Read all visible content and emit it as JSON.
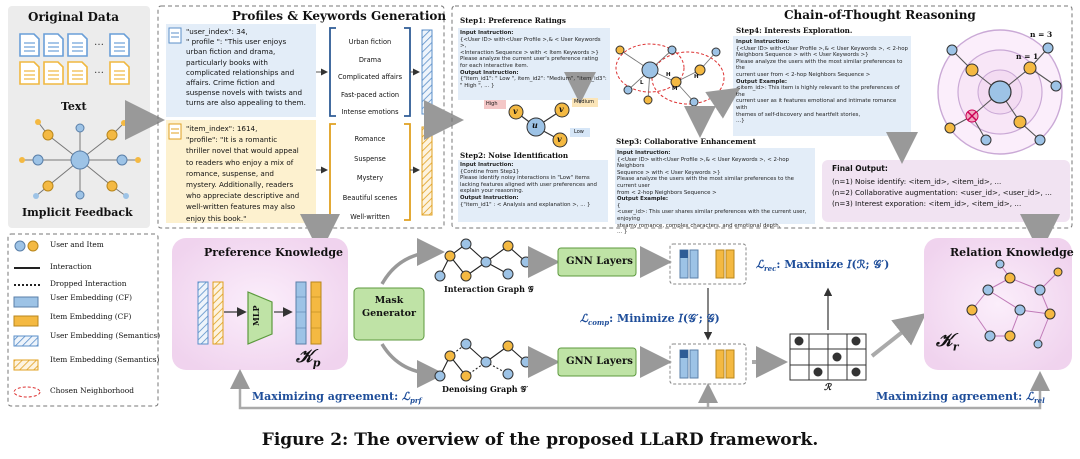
{
  "original_data": {
    "title": "Original Data",
    "text_label": "Text",
    "feedback_label": "Implicit Feedback"
  },
  "profiles": {
    "title": "Profiles & Keywords Generation",
    "user_profile": [
      "\"user_index\": 34,",
      "\" profile \": \"This user enjoys",
      "urban fiction and drama,",
      "particularly books with",
      "complicated relationships and",
      "affairs. Crime fiction and",
      "suspense novels with twists and",
      "turns are also appealing to them."
    ],
    "user_keywords": [
      "Urban fiction",
      "Drama",
      "Complicated affairs",
      "Fast-paced action",
      "Intense emotions"
    ],
    "item_profile": [
      "\"item_index\": 1614,",
      "\"profile\": \"It is a romantic",
      "thriller novel that would appeal",
      "to readers who enjoy a mix of",
      "romance, suspense, and",
      "mystery. Additionally, readers",
      "who appreciate descriptive and",
      "well-written features may also enjoy this book.\""
    ],
    "item_keywords": [
      "Romance",
      "Suspense",
      "Mystery",
      "Beautiful scenes",
      "Well-written"
    ]
  },
  "cot": {
    "title": "Chain-of-Thought Reasoning",
    "step1_title": "Step1: Preference Ratings",
    "step1_text": [
      "Input Instruction:",
      "{<User ID> with<User Profile >,& < User Keywords >,",
      "<Interaction Sequence > with < Item Keywords >}",
      "Please analyze the current user's preference rating",
      "for each interactive item.",
      "Output Instruction:",
      "{\"item_id1\": \" Low \", item_id2\": \"Medium\", \"item_id3\":",
      "\" High \", ... }"
    ],
    "rating_labels": [
      "High",
      "Medium",
      "Low"
    ],
    "node_labels": [
      "v",
      "v",
      "u",
      "v"
    ],
    "step2_title": "Step2: Noise Identification",
    "step2_text": [
      "Input Instruction:",
      "{Contine from Step1}",
      "Please identify noisy interactions in \"Low\" items",
      "lacking features aligned with user preferences and",
      "explain your reasoning.",
      "Output Instruction:",
      "{\"item_id1\" : < Analysis and explanation >, ... }"
    ],
    "step3_title": "Step3: Collaborative Enhancement",
    "step3_text": [
      "Input Instruction:",
      "{<User ID> with<User Profile >,& < User Keywords >, < 2-hop Neighbors",
      "Sequence > with < User Keywords >}",
      "Please analyze the users with the most similar preferences to the current user",
      "from < 2-hop Neighbors Sequence >",
      "Output Example:",
      "{",
      "<user_id>: This user shares similar preferences with the current user, enjoying",
      "steamy romance, complex characters, and emotional depth,",
      "... }"
    ],
    "step4_title": "Step4: Interests Exploration.",
    "step4_text": [
      "Input Instruction:",
      "{<User ID> with<User Profile >,& < User Keywords >, < 2-hop",
      "Neighbors Sequence > with < User Keywords >}",
      "Please analyze the users with the most similar preferences to the",
      "current user from < 2-hop Neighbors Sequence >",
      "Output Example:",
      "<item_id>: This item is highly relevant to the preferences of the",
      "current user as it features emotional and intimate romance with",
      "themes of self-discovery and heartfelt stories,",
      "...}"
    ],
    "hop_labels": [
      "n = 3",
      "n = 1"
    ],
    "graph_letters": [
      "H",
      "M",
      "L",
      "H"
    ],
    "final_title": "Final Output:",
    "final_lines": [
      "(n=1) Noise identify: <item_id>, <item_id>, ...",
      "(n=2) Collaborative augmentation: <user_id>, <user_id>, ...",
      "(n=3) Interest exporation: <item_id>, <item_id>, ..."
    ]
  },
  "legend": {
    "items": [
      "User and Item",
      "Interaction",
      "Dropped Interaction",
      "User Embedding (CF)",
      "Item Embedding (CF)",
      "User Embedding (Semantics)",
      "Item Embedding (Semantics)",
      "Chosen Neighborhood"
    ]
  },
  "bottom": {
    "pref_title": "Preference Knowledge",
    "mlp": "MLP",
    "kp": "𝒦",
    "kp_sub": "p",
    "mask_generator": "Mask Generator",
    "interaction_graph": "Interaction Graph 𝒢",
    "denoising_graph": "Denoising Graph 𝒢′",
    "gnn1": "GNN Layers",
    "gnn2": "GNN Layers",
    "lrec": "ℒ",
    "lrec_sub": "rec",
    "lrec_text": ": Maximize 𝐼(ℛ; 𝒢′)",
    "lcomp": "ℒ",
    "lcomp_sub": "comp",
    "lcomp_text": ": Minimize 𝐼(𝒢′; 𝒢)",
    "r_label": "ℛ",
    "relation_title": "Relation Knowledge",
    "kr": "𝒦",
    "kr_sub": "r",
    "agree_prf": "Maximizing agreement: ",
    "agree_prf_loss": "ℒ",
    "agree_prf_sub": "prf",
    "agree_rel": "Maximizing agreement: ",
    "agree_rel_loss": "ℒ",
    "agree_rel_sub": "rel"
  },
  "caption": "Figure 2: The overview of the proposed LLaRD framework.",
  "colors": {
    "user_blue": "#9dc3e6",
    "item_orange": "#f4b942",
    "pink_bg": "#f6e2f2",
    "green": "#bfe3a6",
    "blue_text": "#1f4e9a"
  }
}
